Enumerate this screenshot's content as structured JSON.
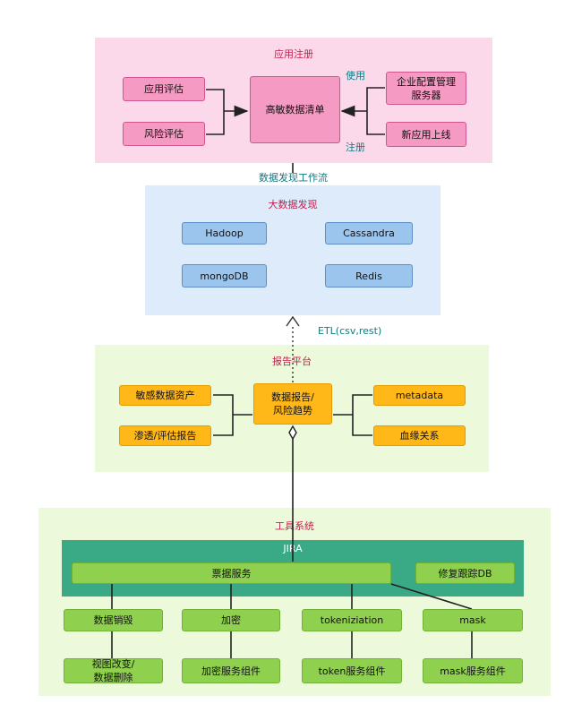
{
  "app_registration": {
    "title": "应用注册",
    "app_eval": "应用评估",
    "risk_eval": "风险评估",
    "inventory": "高敏数据清单",
    "enterprise_server": "企业配置管理\n服务器",
    "new_app": "新应用上线",
    "use_label": "使用",
    "register_label": "注册"
  },
  "workflow_label": "数据发现工作流",
  "big_data": {
    "title": "大数据发现",
    "hadoop": "Hadoop",
    "cassandra": "Cassandra",
    "mongodb": "mongoDB",
    "redis": "Redis"
  },
  "etl_label": "ETL(csv,rest)",
  "report_platform": {
    "title": "报告平台",
    "sensitive_assets": "敏感数据资产",
    "pentest_report": "渗透/评估报告",
    "data_report": "数据报告/\n风险趋势",
    "metadata": "metadata",
    "lineage": "血缘关系"
  },
  "tool_system": {
    "title": "工具系统",
    "jira": "JIRA",
    "ticket_service": "票据服务",
    "fix_tracking": "修复跟踪DB",
    "destroy": "数据销毁",
    "encrypt": "加密",
    "tokenization": "tokeniziation",
    "mask": "mask",
    "view_change": "视图改变/\n数据删除",
    "encrypt_component": "加密服务组件",
    "token_component": "token服务组件",
    "mask_component": "mask服务组件"
  },
  "colors": {
    "pink_panel": "#fcd9ea",
    "blue_panel": "#ddebfa",
    "green_panel": "#ecfadb",
    "jira_bar": "#3aaa86",
    "title_red": "#c3204f"
  }
}
